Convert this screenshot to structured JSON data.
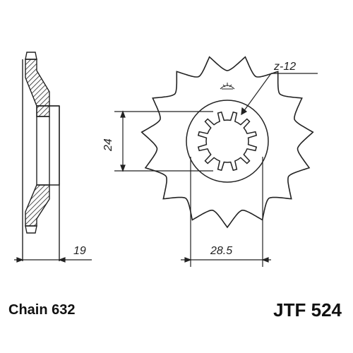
{
  "drawing": {
    "teeth_label": "z-12",
    "dim_inner_diameter": "24",
    "dim_width": "19",
    "dim_bore": "28.5"
  },
  "captions": {
    "chain": "Chain 632",
    "part_number": "JTF 524"
  },
  "colors": {
    "line": "#222222",
    "background": "#ffffff"
  }
}
